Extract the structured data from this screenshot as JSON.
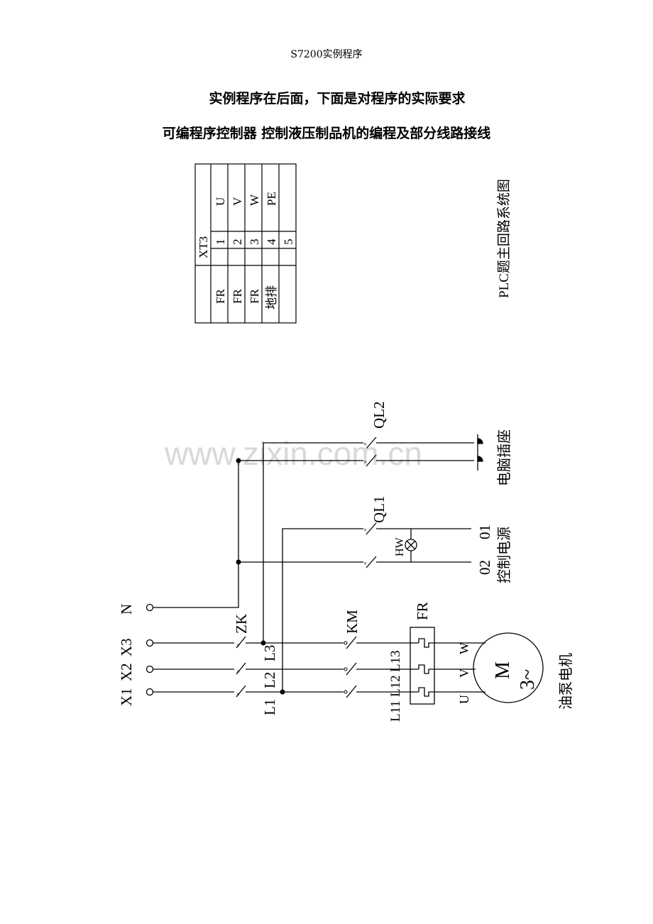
{
  "page_header": "S7200实例程序",
  "heading1": "实例程序在后面，下面是对程序的实际要求",
  "heading2": "可编程序控制器 控制液压制品机的编程及部分线路接线",
  "terminal_table": {
    "title": "XT3",
    "rows": [
      {
        "source": "FR",
        "num": "1",
        "terminal": "U"
      },
      {
        "source": "FR",
        "num": "2",
        "terminal": "V"
      },
      {
        "source": "FR",
        "num": "3",
        "terminal": "W"
      },
      {
        "source": "地排",
        "num": "4",
        "terminal": "PE"
      },
      {
        "source": "",
        "num": "5",
        "terminal": ""
      }
    ]
  },
  "side_title": "PLC题主回路系统图",
  "watermark": "www.zixin.com.cn",
  "schematic": {
    "inputs": [
      "X1",
      "X2",
      "X3",
      "N"
    ],
    "zk_label": "ZK",
    "line_labels": [
      "L1",
      "L2",
      "L3"
    ],
    "km_label": "KM",
    "km_out_labels": [
      "L11",
      "L12",
      "L13"
    ],
    "fr_label": "FR",
    "motor_terminals": [
      "U",
      "V",
      "W"
    ],
    "motor_symbol": "M",
    "motor_phase": "3~",
    "motor_caption": "油泵电机",
    "ql1_label": "QL1",
    "hw_label": "HW",
    "out_01": "01",
    "out_02": "02",
    "ql1_caption": "控制电源",
    "ql2_label": "QL2",
    "ql2_caption": "电脑插座"
  }
}
